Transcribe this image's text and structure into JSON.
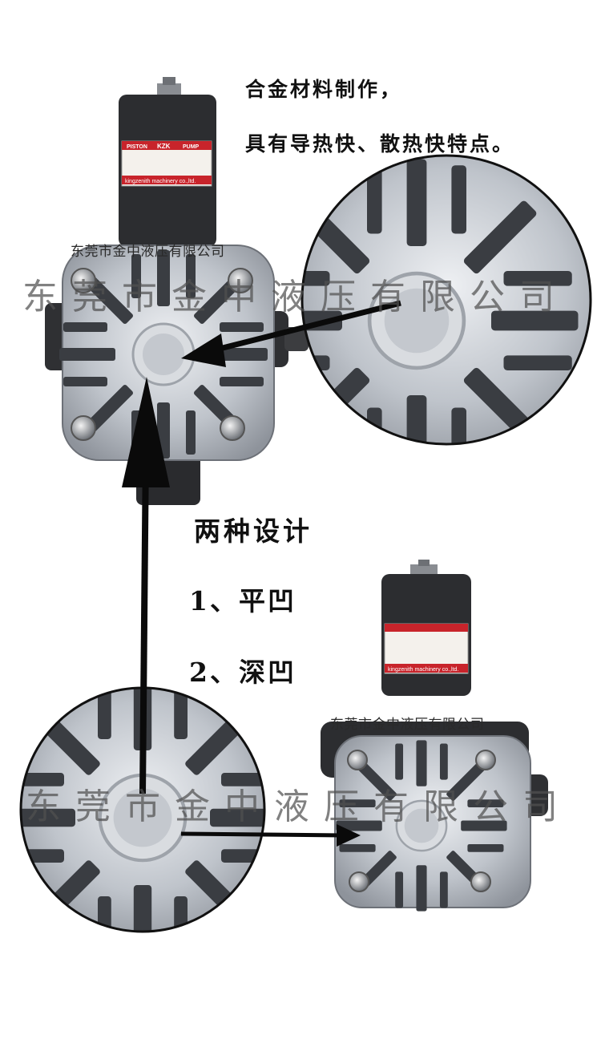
{
  "features": {
    "line1": "合金材料制作，",
    "line2": "具有导热快、散热快特点。"
  },
  "designs": {
    "title": "两种设计",
    "item1": "1、平凹",
    "item2": "2、深凹"
  },
  "watermarks": {
    "small": "东莞市金中液压有限公司",
    "large": "东莞市金中液压有限公司"
  },
  "pump_label": {
    "type": "PISTON",
    "brand": "KZK",
    "kind": "PUMP",
    "maker": "kingzenith machinery co.,ltd."
  },
  "colors": {
    "pump_body": "#2a2a2a",
    "aluminum": "#c8ccd2",
    "label_red": "#c8242b"
  }
}
